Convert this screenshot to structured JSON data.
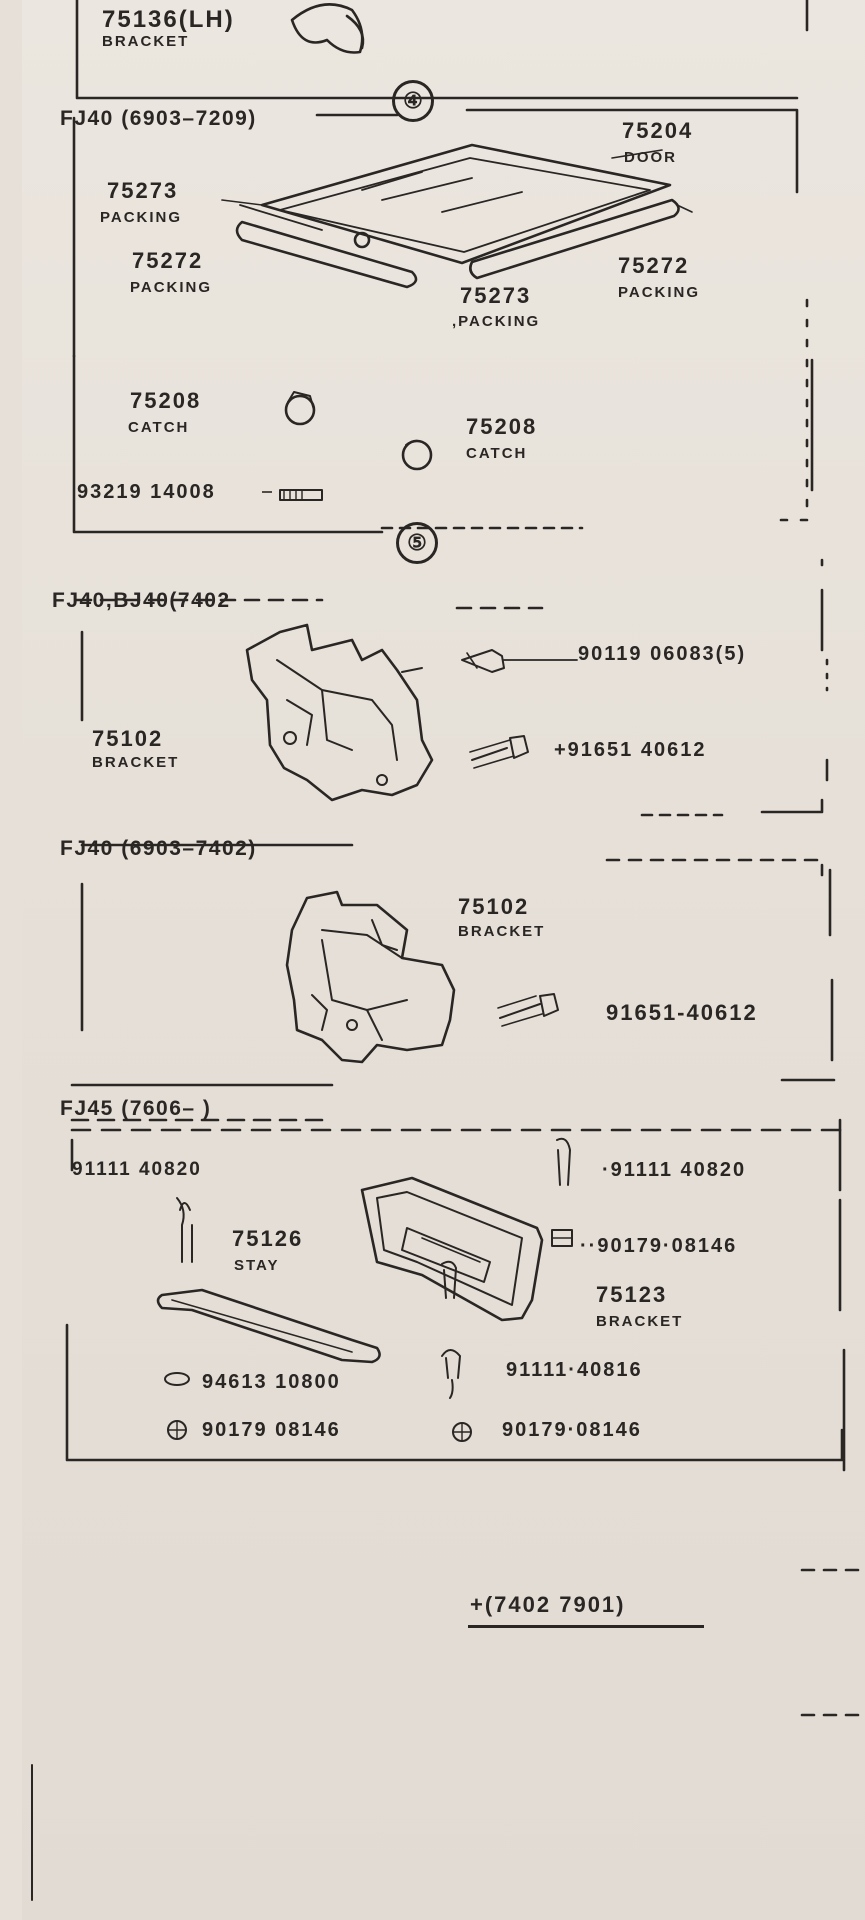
{
  "top": {
    "part": "75136(LH)",
    "name": "BRACKET"
  },
  "section4": {
    "number": "④",
    "model": "FJ40  (6903–7209)",
    "door_part": "75204",
    "door_name": "DOOR",
    "packing_a_part": "75273",
    "packing_a_name": "PACKING",
    "packing_b_part": "75272",
    "packing_b_name": "PACKING",
    "packing_c_part": "75273",
    "packing_c_name": ",PACKING",
    "packing_d_part": "75272",
    "packing_d_name": "PACKING",
    "catch_a_part": "75208",
    "catch_a_name": "CATCH",
    "catch_b_part": "75208",
    "catch_b_name": "CATCH",
    "screw": "93219 14008"
  },
  "section5": {
    "number": "⑤",
    "model": "FJ40,BJ40(7402",
    "bracket_part": "75102",
    "bracket_name": "BRACKET",
    "bolt_a": "90119 06083(5)",
    "bolt_b": "+91651 40612"
  },
  "section6": {
    "model": "FJ40  (6903–7402)",
    "bracket_part": "75102",
    "bracket_name": "BRACKET",
    "bolt": "91651-40612"
  },
  "section7": {
    "model": "FJ45  (7606–         )",
    "bolt_left": "91111 40820",
    "bolt_right": "·91111 40820",
    "stay_part": "75126",
    "stay_name": "STAY",
    "nut_right": "··90179·08146",
    "bracket_part": "75123",
    "bracket_name": "BRACKET",
    "bolt_mid": "91111·40816",
    "washer": "94613 10800",
    "nut_left": "90179 08146",
    "nut_bottom": "90179·08146"
  },
  "footnote": "+(7402  7901)"
}
